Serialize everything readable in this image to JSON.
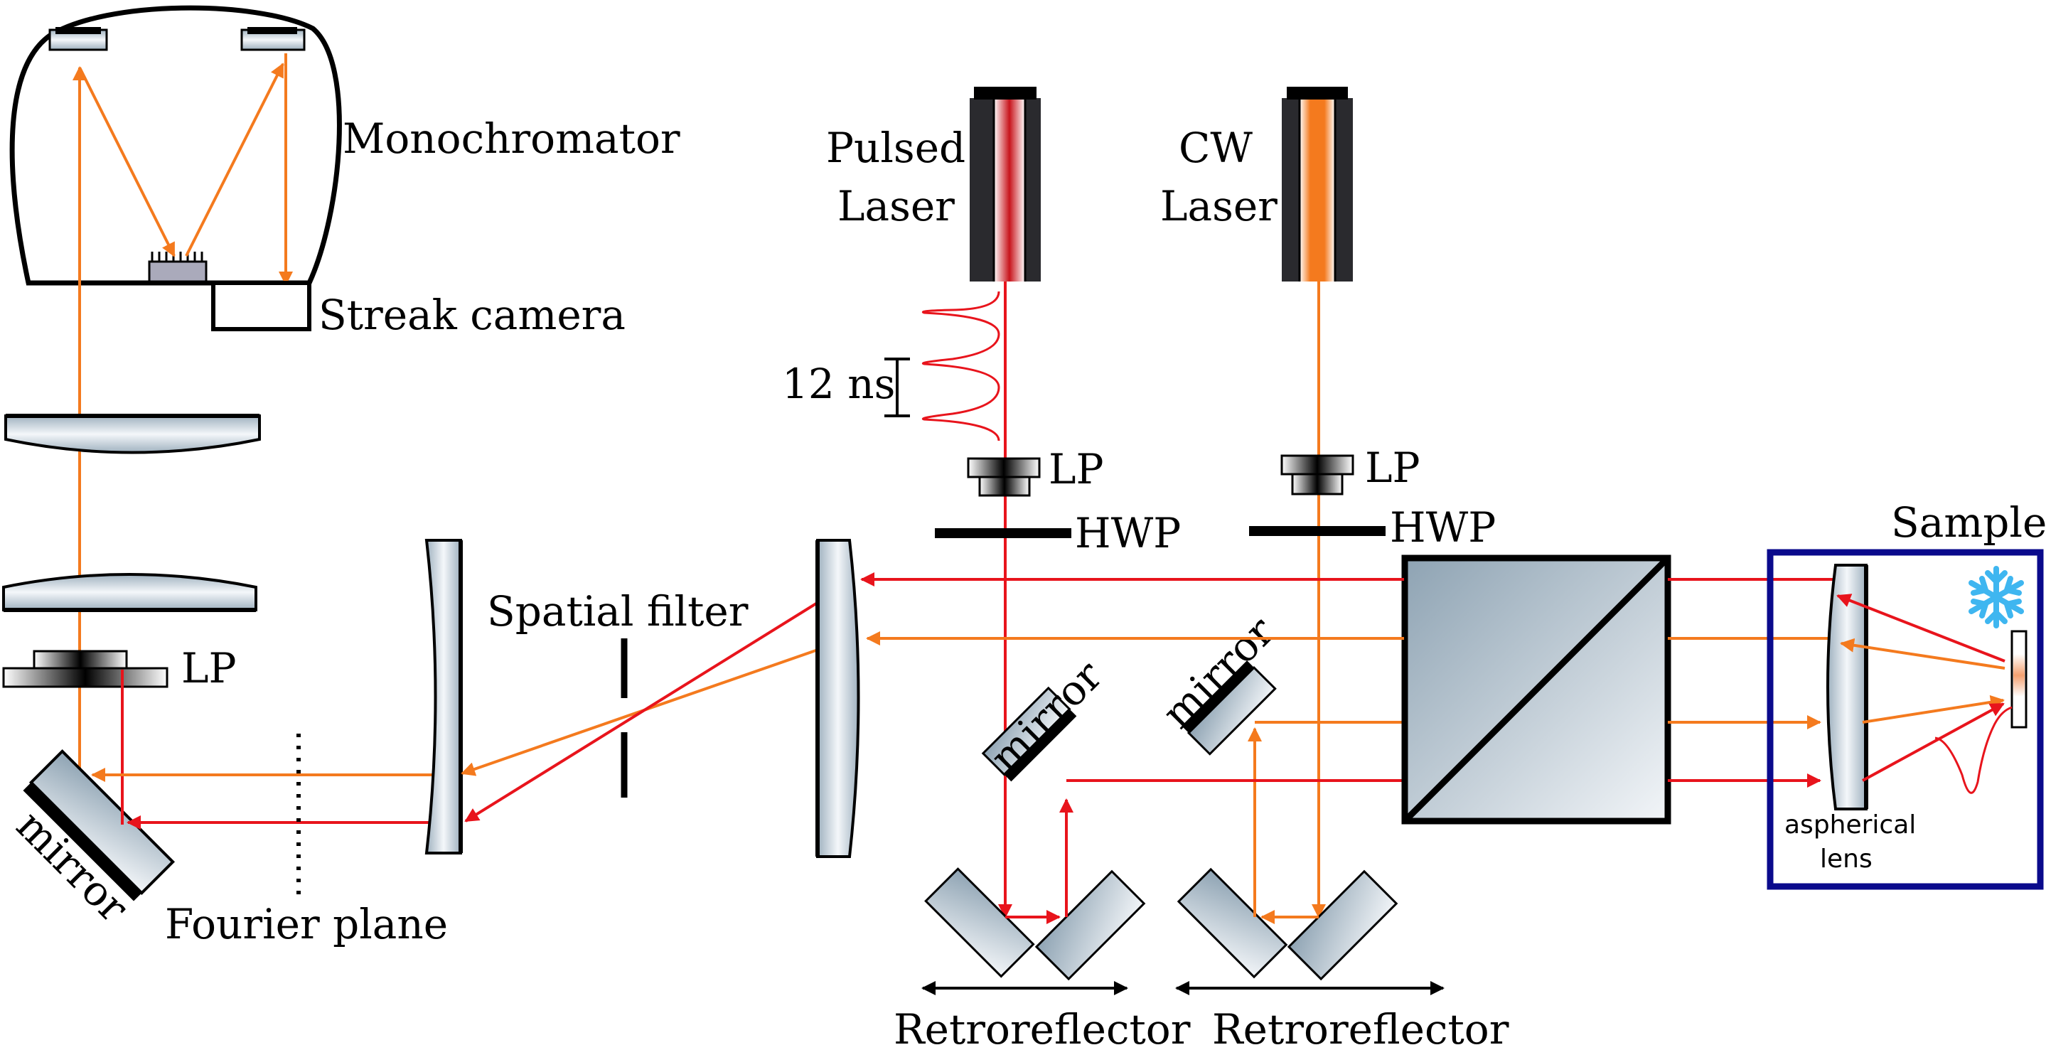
{
  "labels": {
    "monochromator": "Monochromator",
    "streak_camera": "Streak camera",
    "pulsed_laser_line1": "Pulsed",
    "pulsed_laser_line2": "Laser",
    "cw_laser_line1": "CW",
    "cw_laser_line2": "Laser",
    "pulse_spacing": "12 ns",
    "lp_pulsed": "LP",
    "hwp_pulsed": "HWP",
    "lp_cw": "LP",
    "hwp_cw": "HWP",
    "lp_detection": "LP",
    "spatial_filter": "Spatial filter",
    "fourier_plane": "Fourier plane",
    "mirror_left": "mirror",
    "mirror_pulsed": "mirror",
    "mirror_cw": "mirror",
    "retroreflector_1": "Retroreflector",
    "retroreflector_2": "Retroreflector",
    "sample": "Sample",
    "aspherical_lens_line1": "aspherical",
    "aspherical_lens_line2": "lens"
  },
  "colors": {
    "pulsed_beam": "#e8141c",
    "cw_beam": "#f47a1e",
    "optic_outline": "#000000",
    "sample_box": "#0a0a8c",
    "snowflake": "#3fb6f0"
  },
  "icons": {
    "cryostat": "snowflake-icon"
  }
}
